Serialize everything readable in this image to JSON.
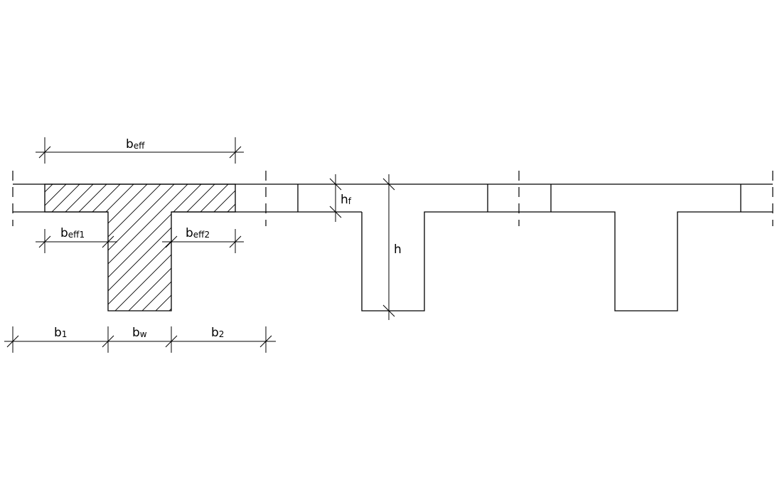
{
  "labels": {
    "beff": {
      "main": "b",
      "sub": "eff"
    },
    "beff1": {
      "main": "b",
      "sub": "eff1"
    },
    "beff2": {
      "main": "b",
      "sub": "eff2"
    },
    "b1": {
      "main": "b",
      "sub": "1"
    },
    "bw": {
      "main": "b",
      "sub": "w"
    },
    "b2": {
      "main": "b",
      "sub": "2"
    },
    "hf": {
      "main": "h",
      "sub": "f"
    },
    "h": {
      "main": "h",
      "sub": ""
    }
  }
}
